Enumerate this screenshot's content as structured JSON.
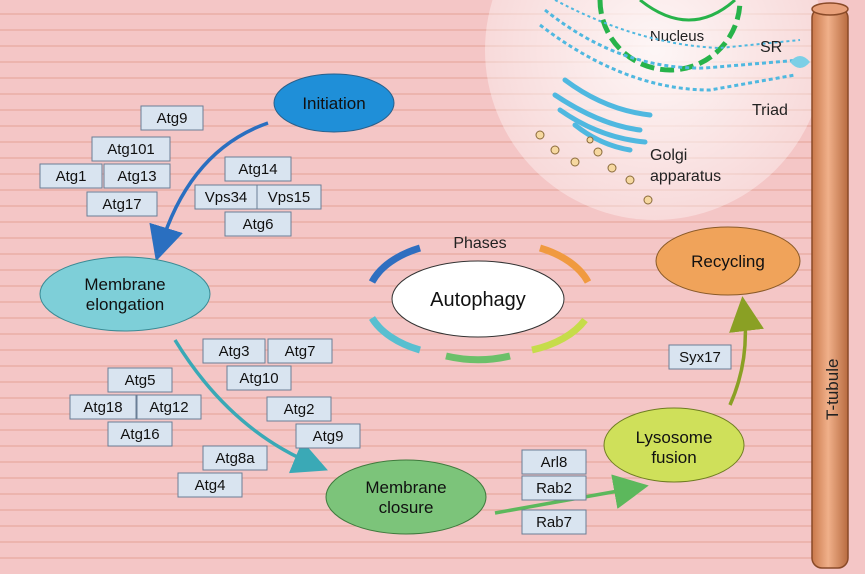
{
  "phases": {
    "initiation": "Initiation",
    "membrane_elongation": [
      "Membrane",
      "elongation"
    ],
    "membrane_closure": [
      "Membrane",
      "closure"
    ],
    "lysosome_fusion": [
      "Lysosome",
      "fusion"
    ],
    "recycling": "Recycling"
  },
  "center": {
    "title": "Phases",
    "label": "Autophagy"
  },
  "organelles": {
    "nucleus": "Nucleus",
    "sr": "SR",
    "triad": "Triad",
    "golgi": [
      "Golgi",
      "apparatus"
    ],
    "t_tubule": "T-tubule"
  },
  "proteins": {
    "initiation_group": [
      "Atg9",
      "Atg101",
      "Atg1",
      "Atg13",
      "Atg17",
      "Atg14",
      "Vps34",
      "Vps15",
      "Atg6"
    ],
    "elongation_group": [
      "Atg3",
      "Atg7",
      "Atg10",
      "Atg5",
      "Atg18",
      "Atg12",
      "Atg16",
      "Atg2",
      "Atg9",
      "Atg8a",
      "Atg4"
    ],
    "closure_group": [
      "Arl8",
      "Rab2",
      "Rab7"
    ],
    "fusion_group": [
      "Syx17"
    ]
  },
  "colors": {
    "background": "#f4c6c6",
    "initiation": "#1f8fd8",
    "elongation": "#7ecfd8",
    "closure": "#7cc47a",
    "fusion": "#cfe05a",
    "recycling": "#f0a35a",
    "tubule": "#d9885a",
    "arrow_blue": "#2a6fc0",
    "arrow_teal": "#3aa9b6",
    "arrow_green": "#5cb85c",
    "arrow_olive": "#8aa024",
    "protein_fill": "#d9e4f0"
  }
}
